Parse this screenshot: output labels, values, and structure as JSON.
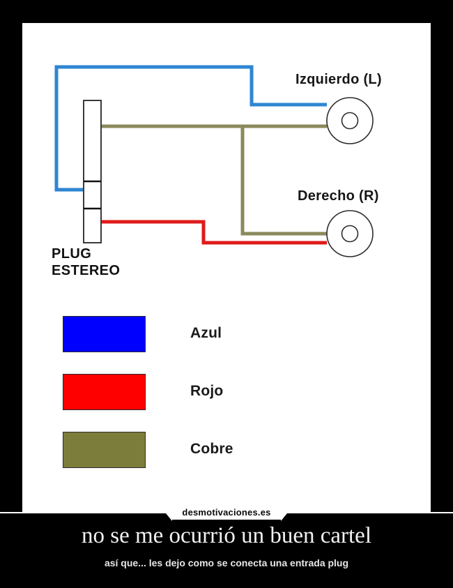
{
  "poster": {
    "frame_color": "#000000",
    "panel_color": "#ffffff",
    "watermark": "desmotivaciones.es",
    "caption_title": "no se me ocurrió un buen cartel",
    "caption_subtitle": "así que... les dejo como se conecta una entrada plug"
  },
  "diagram": {
    "plug_label_line1": "PLUG",
    "plug_label_line2": "ESTEREO",
    "jack_left_label": "Izquierdo (L)",
    "jack_right_label": "Derecho (R)",
    "wire_colors": {
      "blue": "#2E86D3",
      "red": "#E01B1B",
      "copper": "#8A8A5C"
    },
    "outline_color": "#3a3a3a"
  },
  "legend": {
    "items": [
      {
        "label": "Azul",
        "color": "#0000FF"
      },
      {
        "label": "Rojo",
        "color": "#FF0000"
      },
      {
        "label": "Cobre",
        "color": "#7D7D3B"
      }
    ]
  }
}
